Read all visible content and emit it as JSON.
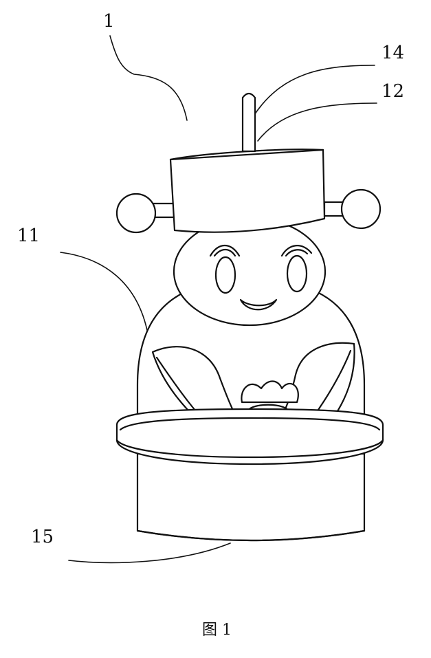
{
  "labels": {
    "ref_1": "1",
    "ref_14": "14",
    "ref_12": "12",
    "ref_11": "11",
    "ref_15": "15"
  },
  "caption": "图 1"
}
